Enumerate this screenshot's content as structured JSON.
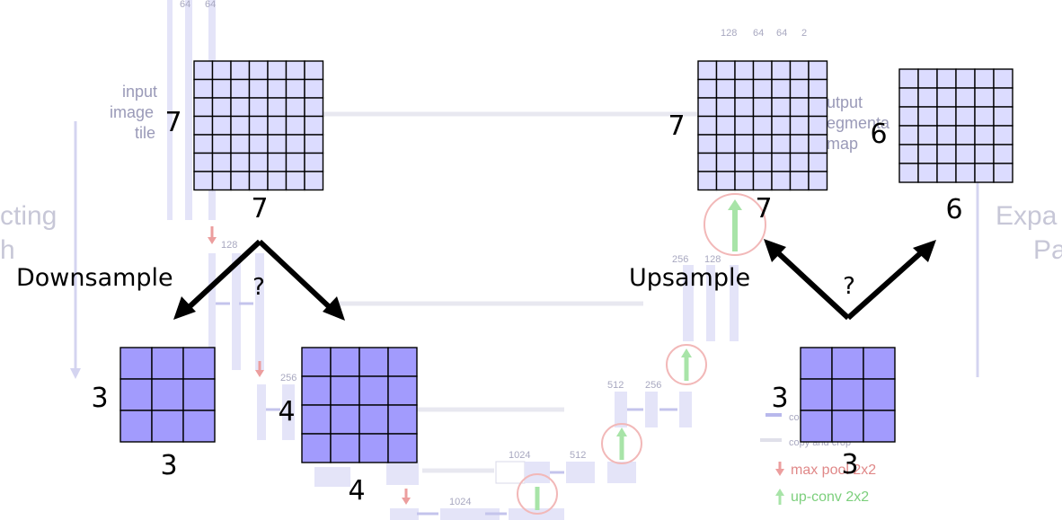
{
  "background": {
    "faded_texts": [
      {
        "id": "input-image-line1",
        "text": "input"
      },
      {
        "id": "input-image-line2",
        "text": "image"
      },
      {
        "id": "input-image-line3",
        "text": "tile"
      },
      {
        "id": "contracting-path-line1",
        "text": "cting"
      },
      {
        "id": "contracting-path-line2",
        "text": "h"
      },
      {
        "id": "expanding-path-line1",
        "text": "Expa"
      },
      {
        "id": "expanding-path-line2",
        "text": "Pa"
      },
      {
        "id": "output-segmentation-line1",
        "text": "utput"
      },
      {
        "id": "output-segmentation-line2",
        "text": "egmenta"
      },
      {
        "id": "output-segmentation-line3",
        "text": "map"
      }
    ],
    "small_labels": [
      {
        "id": "ch-64a",
        "text": "64"
      },
      {
        "id": "ch-64b",
        "text": "64"
      },
      {
        "id": "ch-128",
        "text": "128"
      },
      {
        "id": "ch-256",
        "text": "256"
      },
      {
        "id": "ch-512",
        "text": "512"
      },
      {
        "id": "ch-1024",
        "text": "1024"
      },
      {
        "id": "ch-1024b",
        "text": "1024"
      },
      {
        "id": "ch-512b",
        "text": "512"
      },
      {
        "id": "ch-512c",
        "text": "512"
      },
      {
        "id": "ch-256b",
        "text": "256"
      },
      {
        "id": "ch-256c",
        "text": "256"
      },
      {
        "id": "ch-128b",
        "text": "128"
      },
      {
        "id": "out-128",
        "text": "128"
      },
      {
        "id": "out-64a",
        "text": "64"
      },
      {
        "id": "out-64b",
        "text": "64"
      },
      {
        "id": "out-2",
        "text": "2"
      }
    ],
    "legend": [
      {
        "id": "legend-conv",
        "text": "conv 3x3, ReLU",
        "color": "#9a9ad8"
      },
      {
        "id": "legend-copy",
        "text": "copy and crop",
        "color": "#c8c8d8"
      },
      {
        "id": "legend-maxpool",
        "text": "max pool 2x2",
        "color": "#e08888"
      },
      {
        "id": "legend-upconv",
        "text": "up-conv 2x2",
        "color": "#7ccf7c"
      }
    ]
  },
  "grids": [
    {
      "id": "grid-7-left",
      "rows": 7,
      "cols": 7,
      "fill": "#dcdcff",
      "row_label": "7",
      "col_label": "7"
    },
    {
      "id": "grid-3-down",
      "rows": 3,
      "cols": 3,
      "fill": "#a29bfd",
      "row_label": "3",
      "col_label": "3"
    },
    {
      "id": "grid-4-down",
      "rows": 4,
      "cols": 4,
      "fill": "#a29bfd",
      "row_label": "4",
      "col_label": "4"
    },
    {
      "id": "grid-7-right",
      "rows": 7,
      "cols": 7,
      "fill": "#dcdcff",
      "row_label": "7",
      "col_label": "7"
    },
    {
      "id": "grid-6-right",
      "rows": 6,
      "cols": 6,
      "fill": "#dcdcff",
      "row_label": "6",
      "col_label": "6"
    },
    {
      "id": "grid-3-up",
      "rows": 3,
      "cols": 3,
      "fill": "#a29bfd",
      "row_label": "3",
      "col_label": "3"
    }
  ],
  "labels": {
    "downsample": "Downsample",
    "upsample": "Upsample",
    "question_left": "?",
    "question_right": "?"
  },
  "colors": {
    "light_cell": "#dcdcff",
    "dark_cell": "#a29bfd",
    "grid_line": "#000000",
    "arrow": "#000000"
  }
}
